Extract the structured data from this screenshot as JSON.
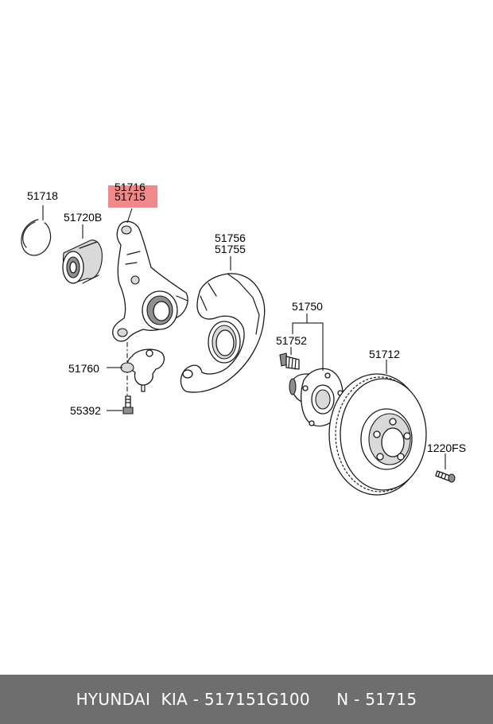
{
  "labels": {
    "snap_ring": "51718",
    "bearing": "51720B",
    "knuckle_rh": "51716",
    "knuckle_lh": "51715",
    "dust_cover_rh": "51756",
    "dust_cover_lh": "51755",
    "hub_assy": "51750",
    "hub_bolt": "51752",
    "disc": "51712",
    "ball_joint": "51760",
    "bolt": "55392",
    "disc_screw": "1220FS"
  },
  "colors": {
    "highlight": "#f08a8a",
    "footer_bg": "#6e6e6e",
    "footer_text": "#ffffff"
  },
  "footer": {
    "text": "HYUNDAI  KIA - 517151G100     N - 51715"
  }
}
